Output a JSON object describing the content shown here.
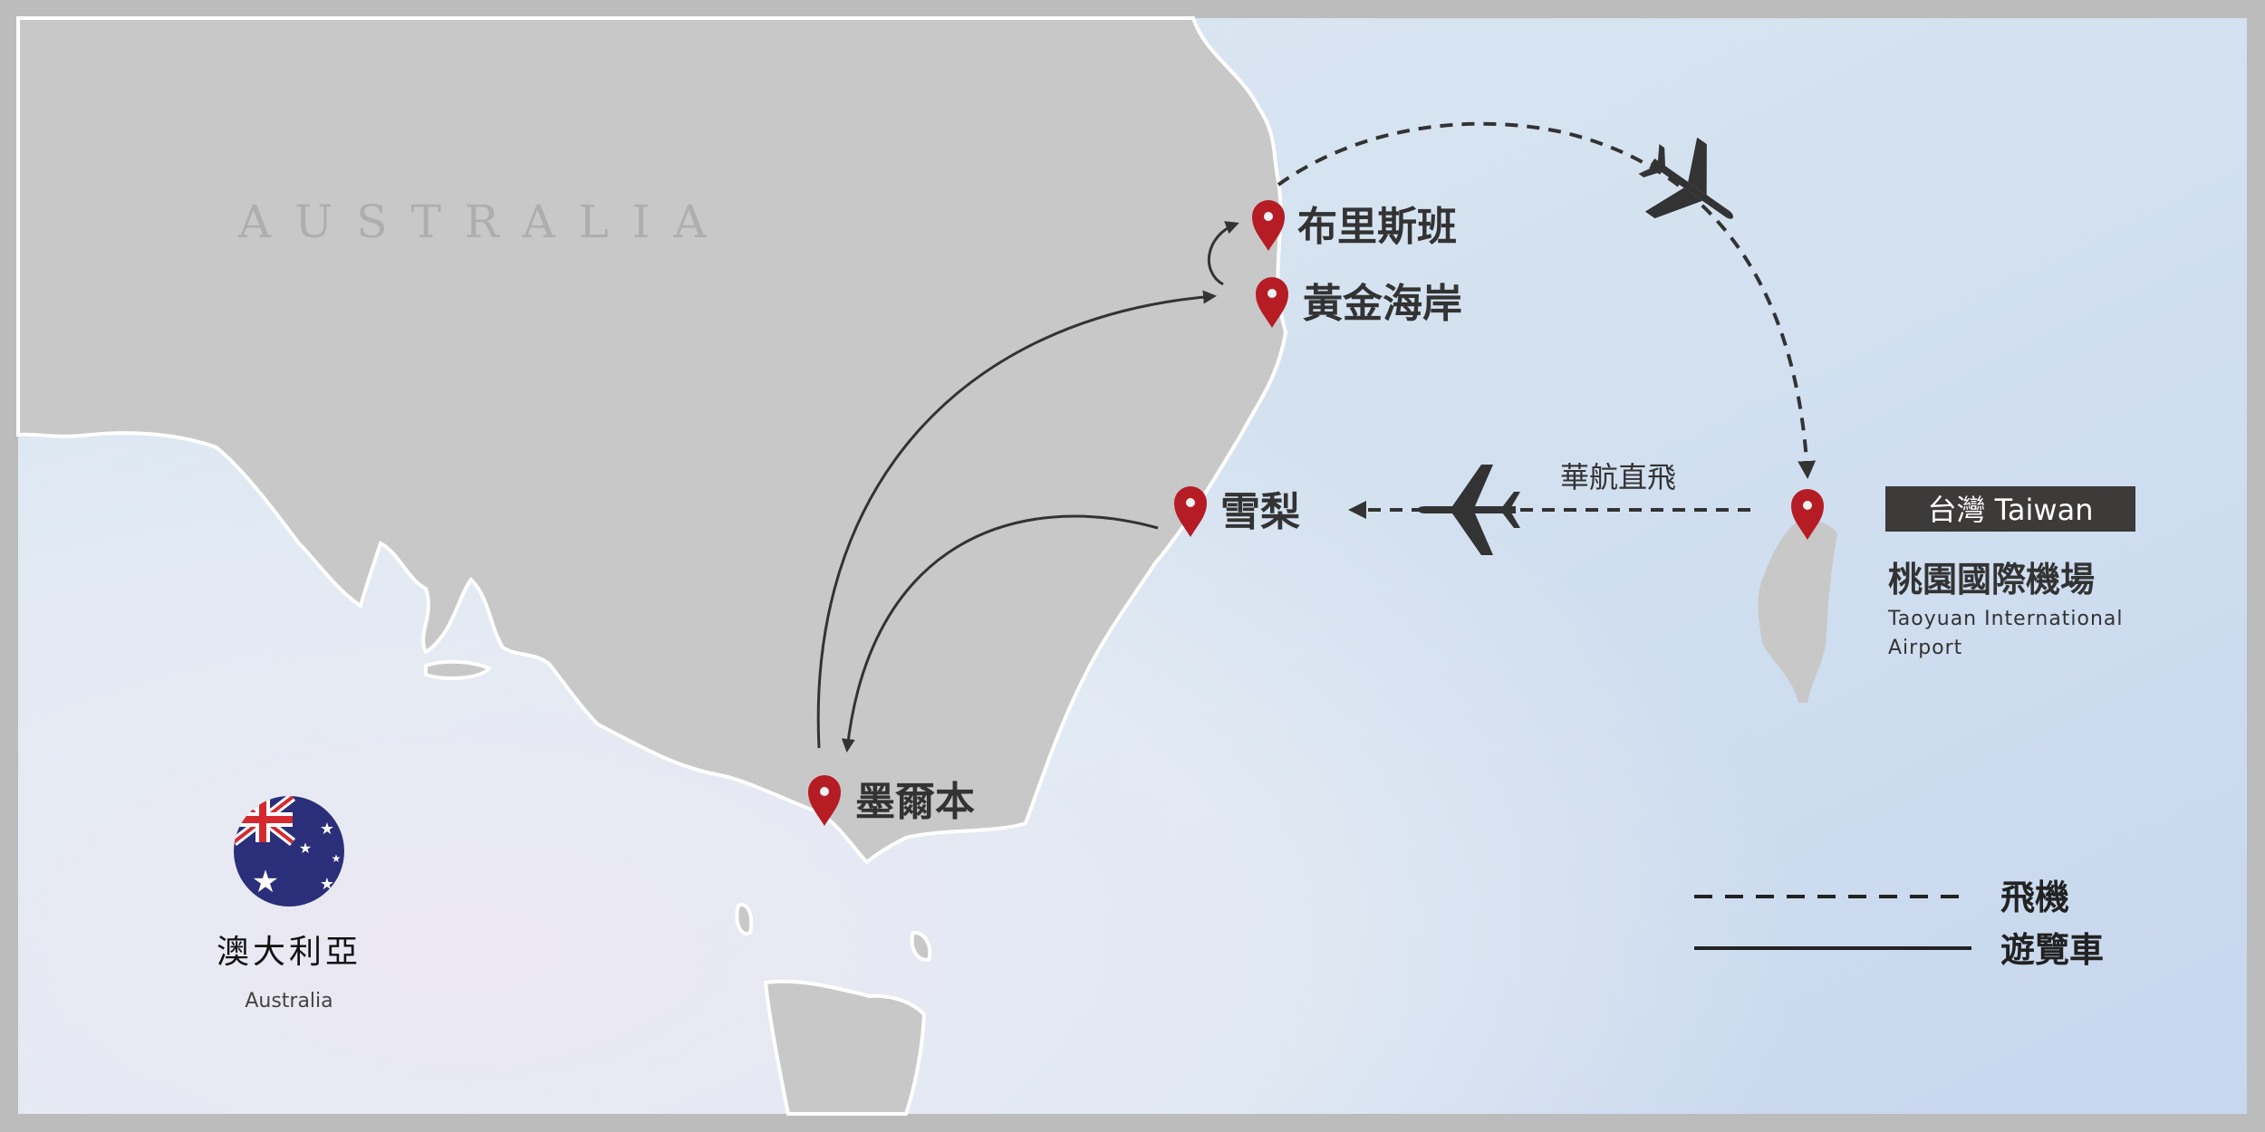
{
  "map": {
    "region_label": "AUSTRALIA",
    "cities": [
      {
        "name": "布里斯班"
      },
      {
        "name": "黃金海岸"
      },
      {
        "name": "雪梨"
      },
      {
        "name": "墨爾本"
      }
    ],
    "route_label": "華航直飛",
    "taiwan": {
      "badge": "台灣 Taiwan",
      "airport_zh": "桃園國際機場",
      "airport_en_line1": "Taoyuan International",
      "airport_en_line2": "Airport"
    },
    "country": {
      "name_zh": "澳大利亞",
      "name_en": "Australia"
    },
    "legend": [
      {
        "label": "飛機",
        "style": "dashed"
      },
      {
        "label": "遊覽車",
        "style": "solid"
      }
    ]
  },
  "colors": {
    "land": "#c8c8c8",
    "pin": "#b51c24",
    "route": "#333333",
    "badge_bg": "#3d3a3a",
    "flag_blue": "#2b2f7a",
    "flag_red": "#d42a2f"
  }
}
